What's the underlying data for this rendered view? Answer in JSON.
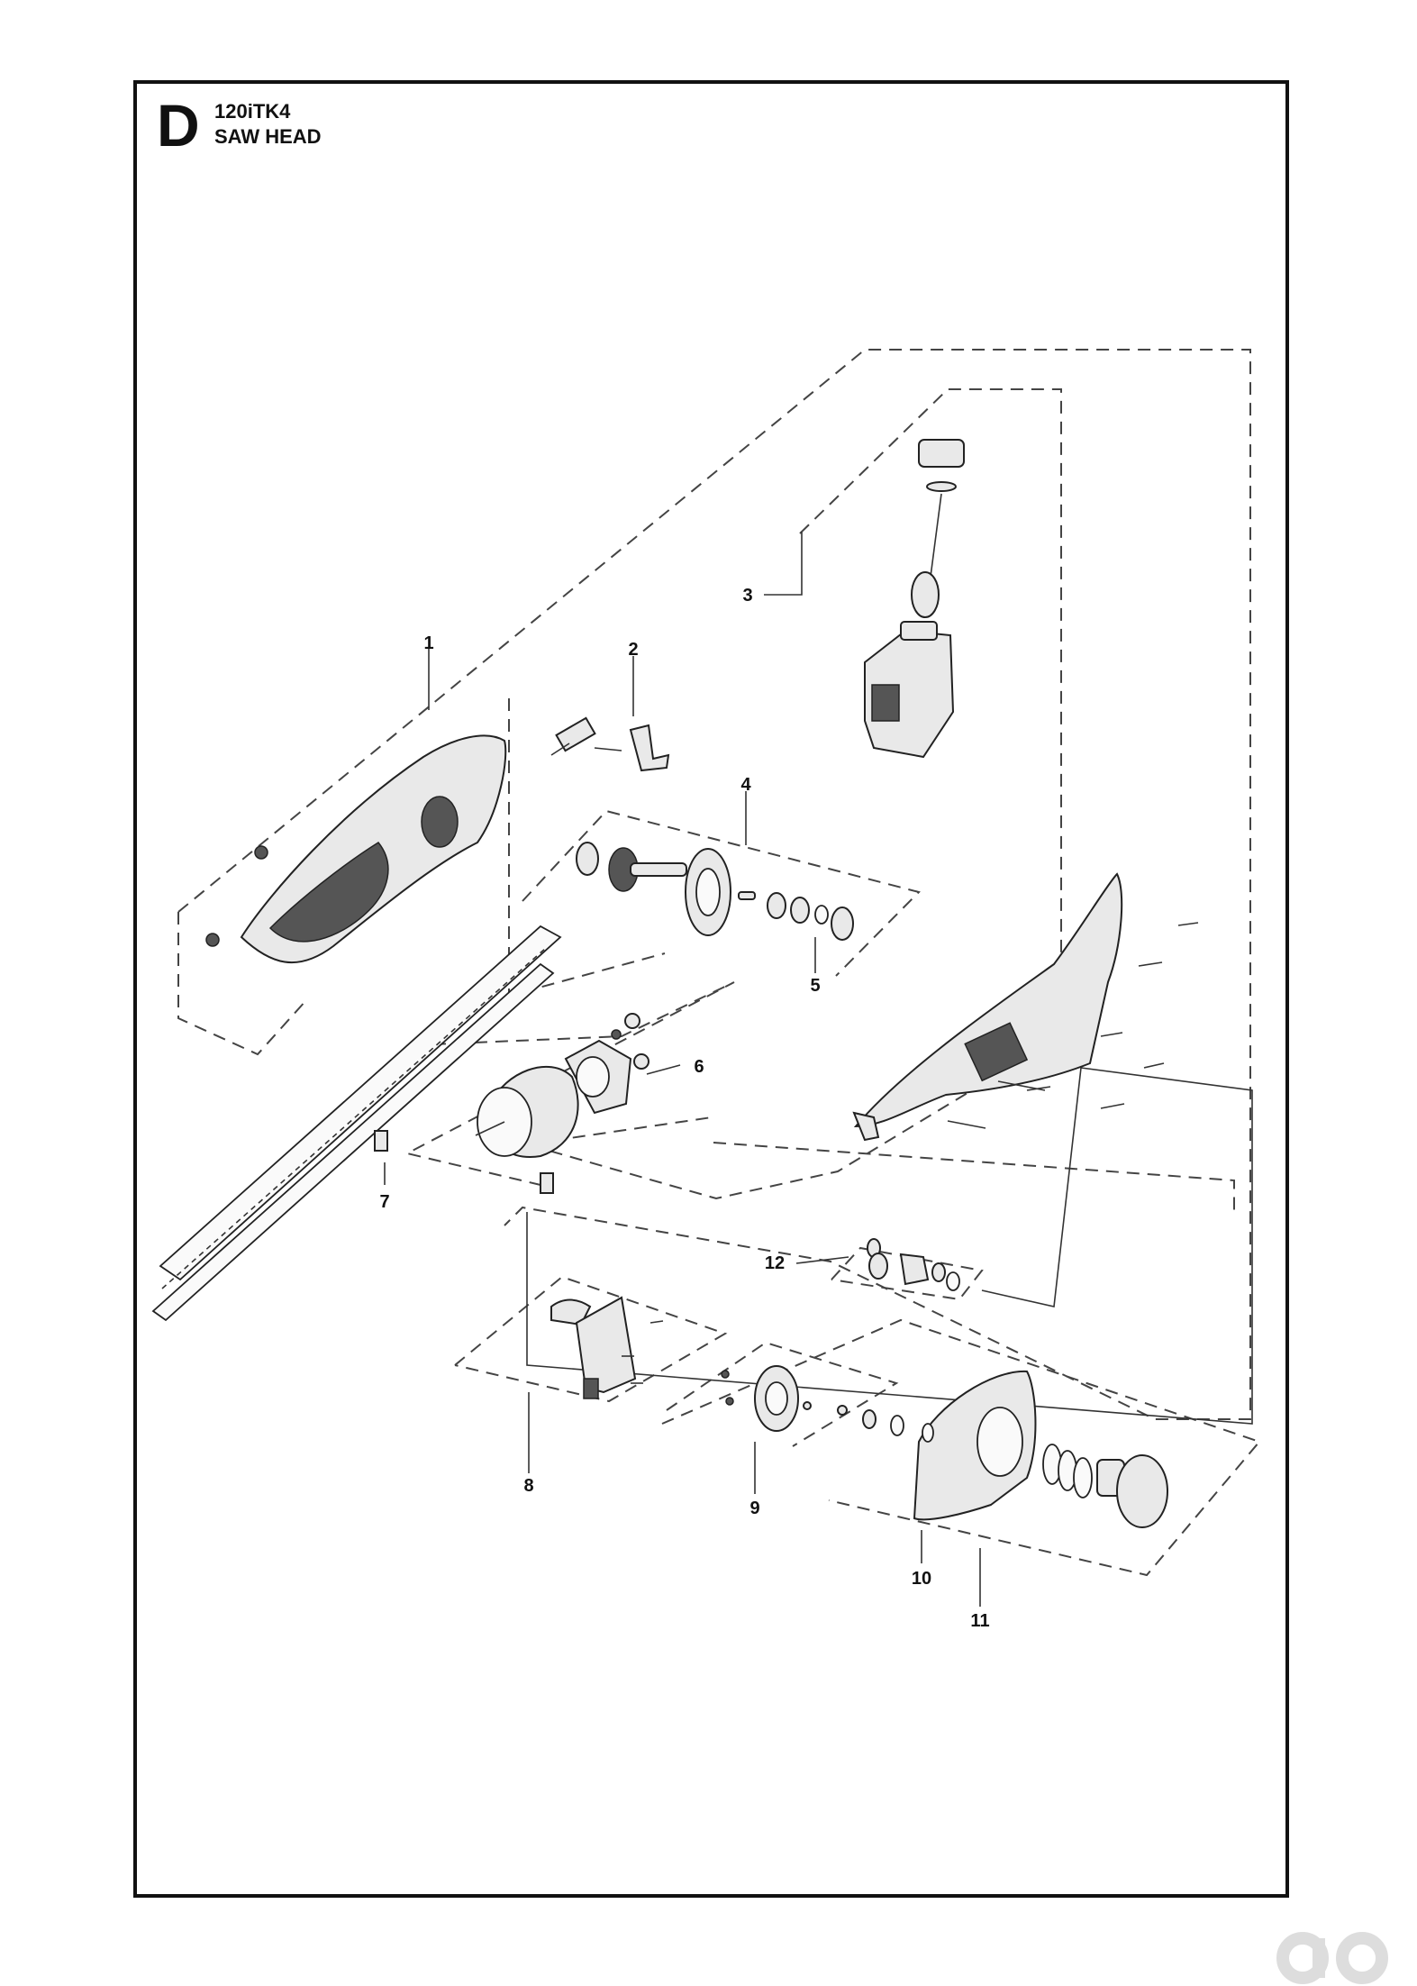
{
  "header": {
    "section_letter": "D",
    "model": "120iTK4",
    "section_name": "SAW HEAD"
  },
  "callouts": [
    "1",
    "2",
    "3",
    "4",
    "5",
    "6",
    "7",
    "8",
    "9",
    "10",
    "11",
    "12"
  ],
  "colors": {
    "line": "#111111",
    "part_fill": "#e9e9e9",
    "logo": "#dddddd"
  },
  "logo_icon": "watermark-logo-icon"
}
